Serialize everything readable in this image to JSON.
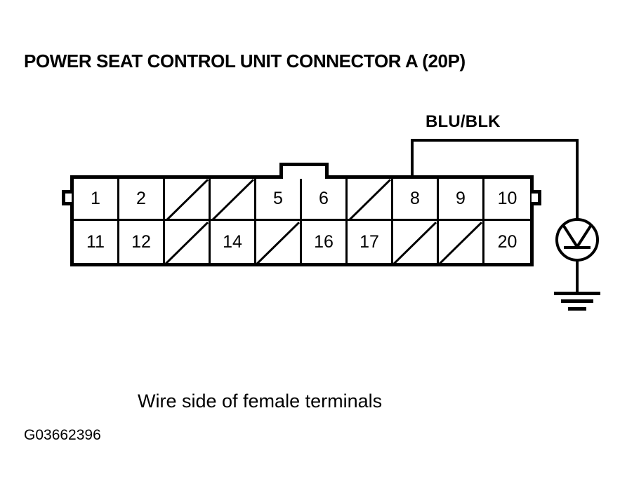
{
  "figure": {
    "title": "POWER SEAT CONTROL UNIT CONNECTOR A (20P)",
    "caption": "Wire side of female terminals",
    "id_label": "G03662396",
    "ink_color": "#000000",
    "background_color": "#ffffff"
  },
  "connector": {
    "name": "Power Seat Control Unit Connector A",
    "cavity_count": "20P",
    "columns": 10,
    "rows": 2,
    "pins": [
      {
        "label": "1",
        "used": true,
        "row": "top"
      },
      {
        "label": "2",
        "used": true,
        "row": "top"
      },
      {
        "label": "",
        "used": false,
        "row": "top"
      },
      {
        "label": "",
        "used": false,
        "row": "top"
      },
      {
        "label": "5",
        "used": true,
        "row": "top"
      },
      {
        "label": "6",
        "used": true,
        "row": "top"
      },
      {
        "label": "",
        "used": false,
        "row": "top"
      },
      {
        "label": "8",
        "used": true,
        "row": "top"
      },
      {
        "label": "9",
        "used": true,
        "row": "top"
      },
      {
        "label": "10",
        "used": true,
        "row": "top"
      },
      {
        "label": "11",
        "used": true,
        "row": "bottom"
      },
      {
        "label": "12",
        "used": true,
        "row": "bottom"
      },
      {
        "label": "",
        "used": false,
        "row": "bottom"
      },
      {
        "label": "14",
        "used": true,
        "row": "bottom"
      },
      {
        "label": "",
        "used": false,
        "row": "bottom"
      },
      {
        "label": "16",
        "used": true,
        "row": "bottom"
      },
      {
        "label": "17",
        "used": true,
        "row": "bottom"
      },
      {
        "label": "",
        "used": false,
        "row": "bottom"
      },
      {
        "label": "",
        "used": false,
        "row": "bottom"
      },
      {
        "label": "20",
        "used": true,
        "row": "bottom"
      }
    ]
  },
  "wire": {
    "label": "BLU/BLK",
    "from_pin": "8",
    "to_component": "test-light"
  },
  "test_light": {
    "symbol": "lamp",
    "grounded": true
  }
}
